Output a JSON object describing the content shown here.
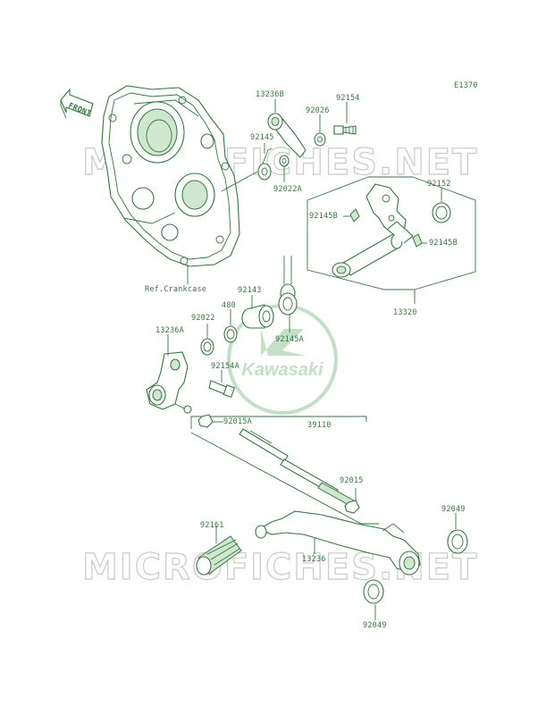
{
  "diagram_code": "E1370",
  "direction_label": "FRONT",
  "ref_label": "Ref.Crankcase",
  "watermark_text": "MICROFICHES.NET",
  "logo_text": "Kawasaki",
  "colors": {
    "line": "#2f7a3a",
    "fill": "#cfe6cf",
    "watermark": "#c9c9c9"
  },
  "part_labels": {
    "p13236b": "13236B",
    "p92154": "92154",
    "p92026": "92026",
    "p92145": "92145",
    "p92022a": "92022A",
    "p92152": "92152",
    "p92145b_l": "92145B",
    "p92145b_r": "92145B",
    "p92143": "92143",
    "p480": "480",
    "p92022": "92022",
    "p13236a": "13236A",
    "p92154a": "92154A",
    "p92145a": "92145A",
    "p13320": "13320",
    "p92015a": "92015A",
    "p39110": "39110",
    "p92015": "92015",
    "p92049_r": "92049",
    "p92161": "92161",
    "p13236": "13236",
    "p92049_b": "92049"
  }
}
